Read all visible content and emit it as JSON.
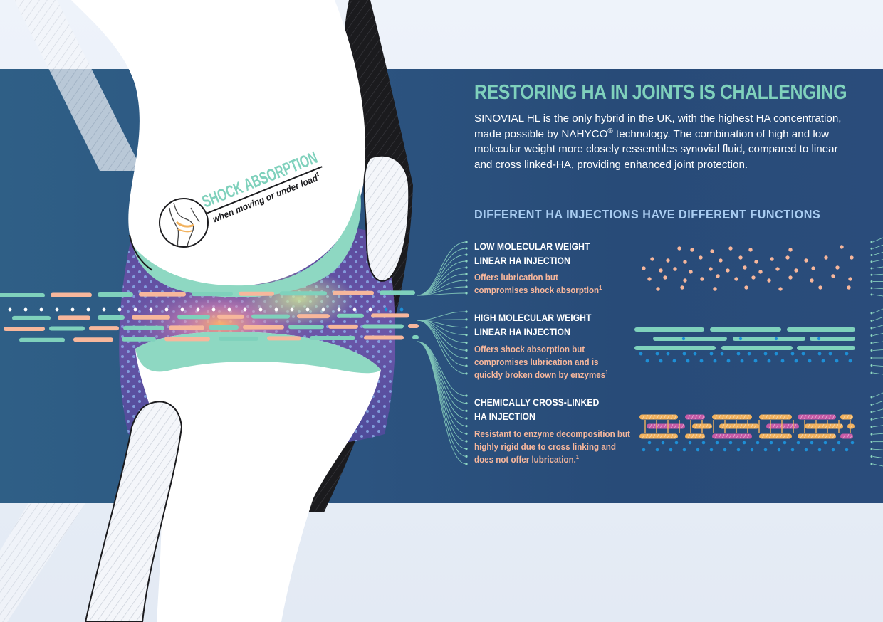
{
  "section": {
    "heading": "RESTORING HA IN JOINTS IS CHALLENGING",
    "intro_before_mark": "SINOVIAL HL is the only hybrid in the UK, with the highest HA concentration, made possible by NAHYCO",
    "intro_mark": "®",
    "intro_after_mark": " technology. The combination of high and low molecular weight more closely ressembles synovial fluid, compared to linear and cross linked-HA, providing enhanced joint protection.",
    "subheading": "DIFFERENT HA INJECTIONS HAVE DIFFERENT FUNCTIONS"
  },
  "badge": {
    "title": "SHOCK ABSORPTION",
    "subtitle": "when moving or under load",
    "reference": "1"
  },
  "injections": [
    {
      "title_line1": "LOW MOLECULAR WEIGHT",
      "title_line2": "LINEAR HA INJECTION",
      "description": "Offers lubrication but compromises shock absorption",
      "reference": "1"
    },
    {
      "title_line1": "HIGH MOLECULAR WEIGHT",
      "title_line2": "LINEAR HA INJECTION",
      "description": "Offers shock absorption but compromises lubrication and is quickly broken down by enzymes",
      "reference": "1"
    },
    {
      "title_line1": "CHEMICALLY CROSS-LINKED",
      "title_line2": "HA INJECTION",
      "description": "Resistant to enzyme decomposition but highly rigid due to cross linking and does not offer lubrication.",
      "reference": "1"
    }
  ],
  "icons": [
    "knee-joint-illustration",
    "knee-badge-icon",
    "low-mw-molecule-icon",
    "high-mw-molecule-icon",
    "crosslinked-molecule-icon"
  ],
  "colors": {
    "band": "#2c5480",
    "heading_teal": "#7fd1bc",
    "subheading_blue": "#a9cdf2",
    "description_peach": "#f7b79c",
    "strand_teal": "#7fd1bc",
    "dot_blue": "#1e8fd6",
    "crosslink_yellow": "#f2b25e",
    "crosslink_magenta": "#c75aa6"
  }
}
